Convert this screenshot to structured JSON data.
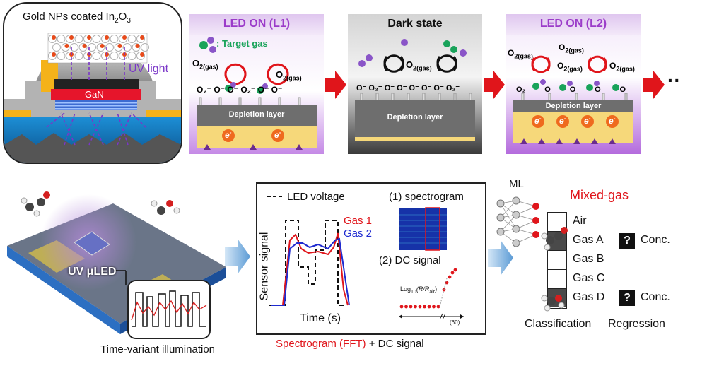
{
  "chip": {
    "title": "Gold NPs coated In",
    "title_sub": "2",
    "title_tail": "O",
    "title_sub2": "3",
    "uv_label": "UV light",
    "gan_label": "GaN"
  },
  "panels": {
    "l1": {
      "title": "LED ON (L1)",
      "target_gas": ": Target gas",
      "o2_left": "O",
      "o2_sub": "2(gas)",
      "ions": "O₂⁻  O⁻  O⁻  O₂⁻  O⁻  O⁻",
      "depletion": "Depletion layer",
      "electron": "e",
      "electron_sup": "-"
    },
    "dark": {
      "title": "Dark state",
      "o2": "O",
      "o2_sub": "2(gas)",
      "ions": "O⁻ O₂⁻ O⁻ O⁻ O⁻ O⁻ O⁻ O₂⁻",
      "depletion": "Depletion layer"
    },
    "l2": {
      "title": "LED ON (L2)",
      "o2": "O",
      "o2_sub": "2(gas)",
      "ions": "O₂⁻ O⁻ O⁻ O⁻ O⁻",
      "depletion": "Depletion layer",
      "electron": "e",
      "electron_sup": "-"
    },
    "ellipsis": "··"
  },
  "device": {
    "led_label": "UV μLED",
    "caption": "Time-variant illumination"
  },
  "signal": {
    "legend_led": "LED voltage",
    "legend_gas1": "Gas 1",
    "legend_gas2": "Gas 2",
    "ylabel": "Sensor signal",
    "xlabel": "Time (s)",
    "spectrogram_label": "(1) spectrogram",
    "dc_label": "(2) DC signal",
    "dc_axis": "Log",
    "dc_axis_sub": "10",
    "dc_axis_tail": "(R/R",
    "dc_axis_sub2": "air",
    "dc_axis_close": ")",
    "dc_count": "(60)",
    "caption_red": "Spectrogram (FFT)",
    "caption_black": "+ DC signal"
  },
  "ml": {
    "label": "ML",
    "title": "Mixed-gas",
    "classes": [
      "Air",
      "Gas A",
      "Gas B",
      "Gas C",
      "Gas D"
    ],
    "unknown": "?",
    "conc": "Conc.",
    "classification": "Classification",
    "regression": "Regression"
  },
  "colors": {
    "accent_red": "#e0151b",
    "panel_purple": "#9b3bc9",
    "gas_green": "#19a35a",
    "gas1": "#e0151b",
    "gas2": "#1f2bd0"
  }
}
